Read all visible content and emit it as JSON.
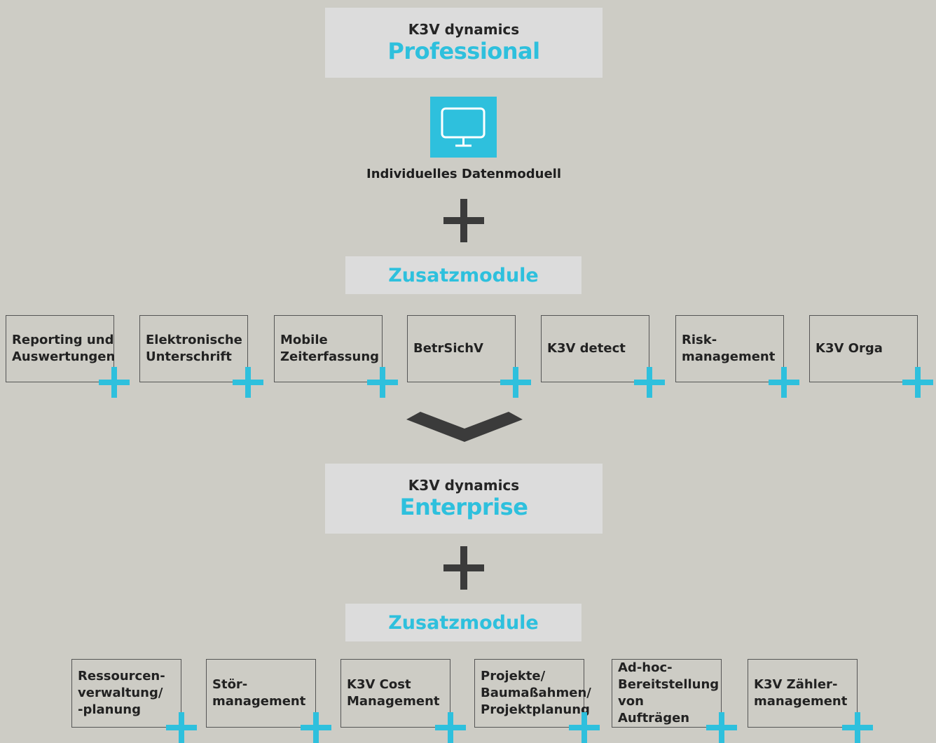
{
  "professional": {
    "subtitle": "K3V dynamics",
    "title": "Professional",
    "core_module": {
      "icon": "monitor-icon",
      "label": "Individuelles Datenmoduell"
    },
    "addons_heading": "Zusatzmodule",
    "modules": [
      {
        "label": "Reporting und\nAuswertungen"
      },
      {
        "label": "Elektronische\nUnterschrift"
      },
      {
        "label": "Mobile\nZeiterfassung"
      },
      {
        "label": "BetrSichV"
      },
      {
        "label": "K3V detect"
      },
      {
        "label": "Risk-\nmanagement"
      },
      {
        "label": "K3V Orga"
      }
    ]
  },
  "enterprise": {
    "subtitle": "K3V dynamics",
    "title": "Enterprise",
    "addons_heading": "Zusatzmodule",
    "modules": [
      {
        "label": "Ressourcen-\nverwaltung/\n-planung"
      },
      {
        "label": "Stör-\nmanagement"
      },
      {
        "label": "K3V Cost\nManagement"
      },
      {
        "label": "Projekte/\nBaumaßahmen/\nProjektplanung"
      },
      {
        "label": "Ad-hoc-\nBereitstellung\nvon Aufträgen"
      },
      {
        "label": "K3V Zähler-\nmanagement"
      }
    ]
  },
  "colors": {
    "accent": "#2ec0dd",
    "dark": "#3b3b3b",
    "background": "#cdccc5",
    "panel": "#dcdcdc"
  },
  "icons": {
    "plus": "plus-icon",
    "arrow": "chevron-down-icon"
  }
}
